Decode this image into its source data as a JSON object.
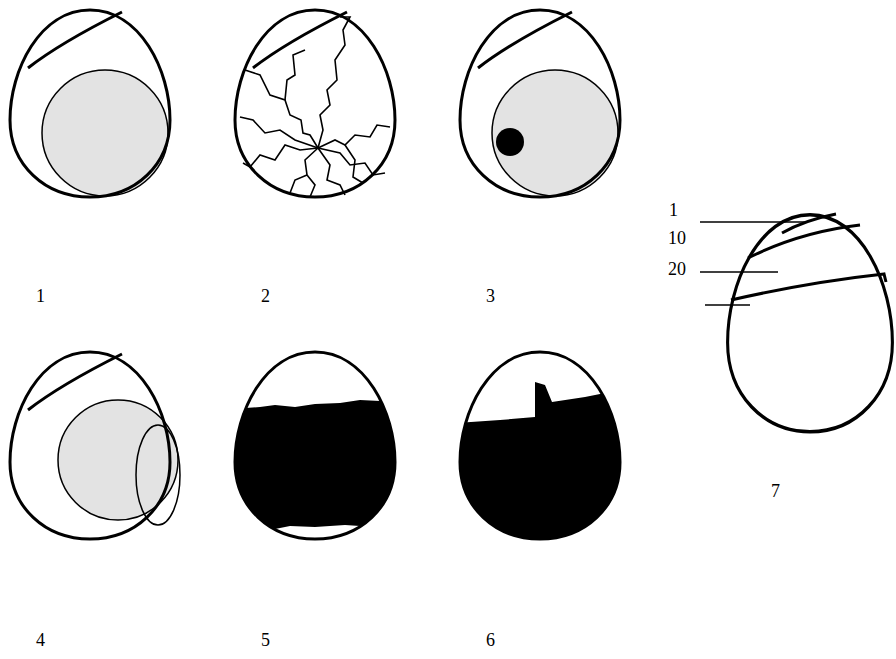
{
  "diagram": {
    "labels": [
      "1",
      "2",
      "3",
      "4",
      "5",
      "6",
      "7",
      "1",
      "10",
      "20"
    ]
  }
}
